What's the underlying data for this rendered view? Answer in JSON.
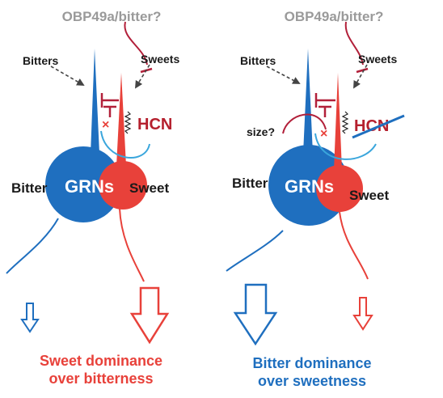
{
  "colors": {
    "bitter": "#1f6fbf",
    "sweet": "#e8413a",
    "inhibitor": "#b2203a",
    "gray_label": "#9a9a9a",
    "dark_label": "#1a1a1a",
    "hcn": "#b5202e",
    "light_blue_curve": "#3aa6dc",
    "white": "#ffffff"
  },
  "panels": [
    {
      "id": "left",
      "obp_label": "OBP49a/bitter?",
      "bitters_label": "Bitters",
      "sweets_label": "Sweets",
      "hcn_label": "HCN",
      "hcn_struck": false,
      "size_label": "",
      "bitter_label": "Bitter",
      "grns_label": "GRNs",
      "sweet_label": "Sweet",
      "bitter_output": "small",
      "sweet_output": "large",
      "caption_line1": "Sweet dominance",
      "caption_line2": "over bitterness",
      "caption_color_key": "sweet"
    },
    {
      "id": "right",
      "obp_label": "OBP49a/bitter?",
      "bitters_label": "Bitters",
      "sweets_label": "Sweets",
      "hcn_label": "HCN",
      "hcn_struck": true,
      "size_label": "size?",
      "bitter_label": "Bitter",
      "grns_label": "GRNs",
      "sweet_label": "Sweet",
      "bitter_output": "large",
      "sweet_output": "small",
      "caption_line1": "Bitter dominance",
      "caption_line2": "over sweetness",
      "caption_color_key": "bitter"
    }
  ]
}
